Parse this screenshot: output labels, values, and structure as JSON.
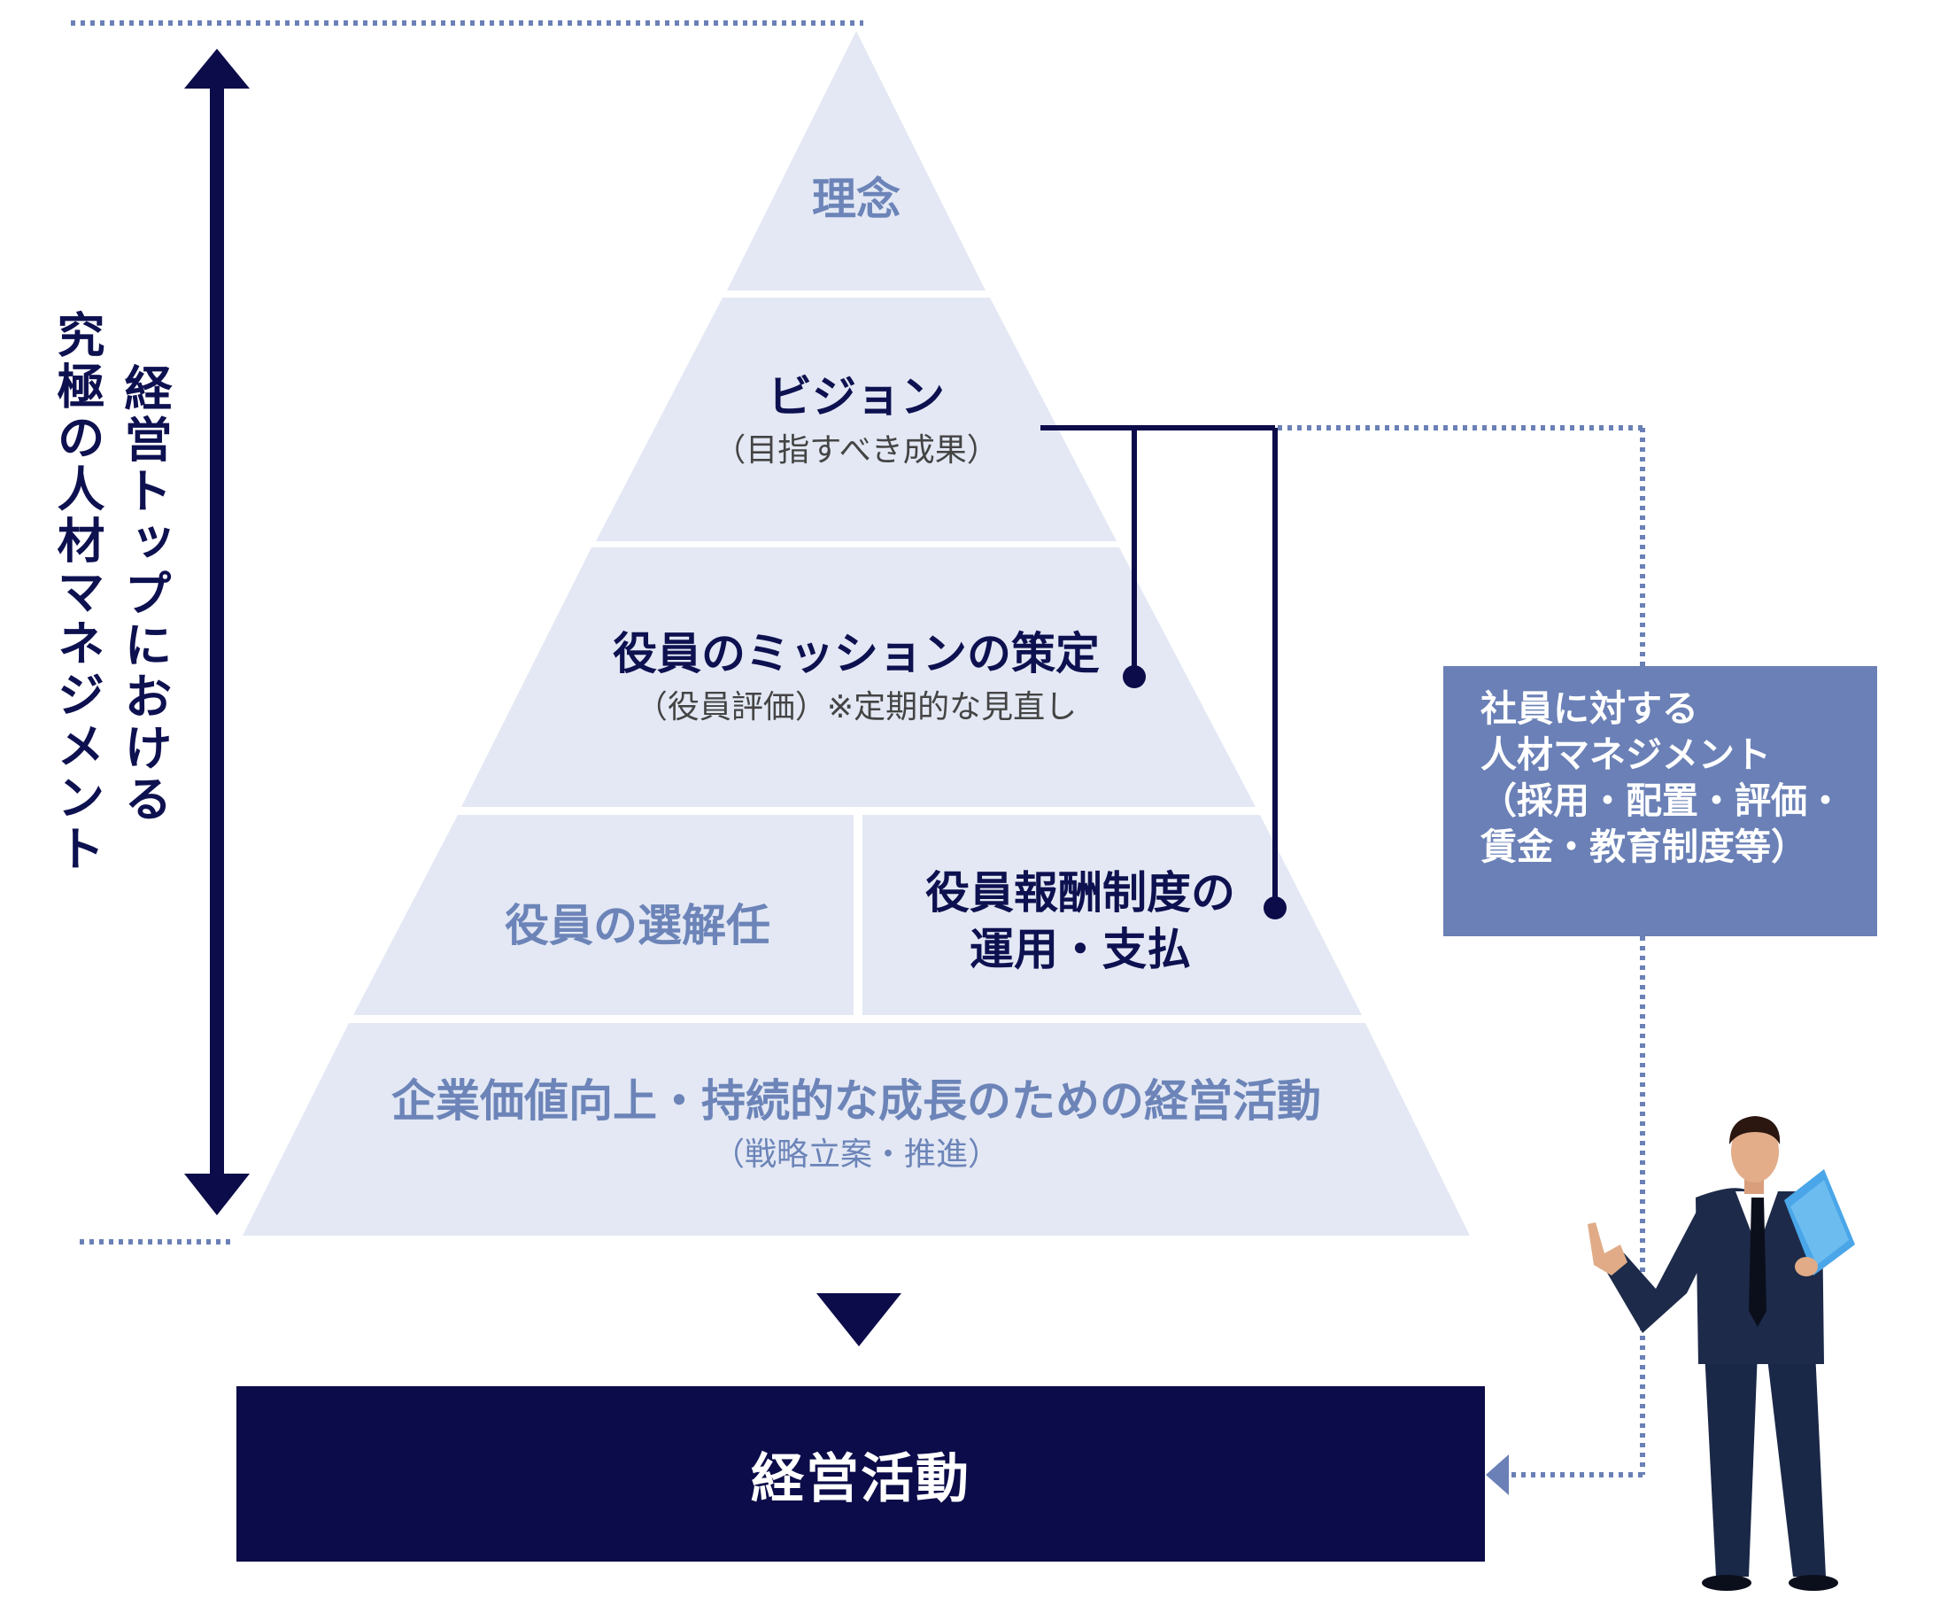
{
  "diagram": {
    "tiers": {
      "rinen": {
        "label": "理念"
      },
      "vision": {
        "label": "ビジョン",
        "sub": "（目指すべき成果）"
      },
      "mission": {
        "label": "役員のミッションの策定",
        "sub": "（役員評価）※定期的な見直し"
      },
      "selection": {
        "label": "役員の選解任"
      },
      "compensation": {
        "label_line1": "役員報酬制度の",
        "label_line2": "運用・支払"
      },
      "base": {
        "label": "企業価値向上・持続的な成長のための経営活動",
        "sub": "（戦略立案・推進）"
      }
    },
    "vertical_labels": {
      "col1": "経営トップにおける",
      "col2": "究極の人材マネジメント"
    },
    "side_box": {
      "lines": [
        "社員に対する",
        "人材マネジメント",
        "（採用・配置・評価・",
        "賃金・教育制度等）"
      ]
    },
    "bottom_bar": {
      "label": "経営活動"
    }
  },
  "colors": {
    "pyramid_fill": "#e3e8f4",
    "navy": "#0c0c4a",
    "muted_text": "#6c84b8",
    "side_box": "#6a80b6",
    "dotted_line": "#6a80b6"
  },
  "icons": {
    "figure": "businessman-with-document-icon",
    "vertical_arrow": "double-headed-arrow-icon",
    "down_arrow": "down-triangle-icon"
  }
}
